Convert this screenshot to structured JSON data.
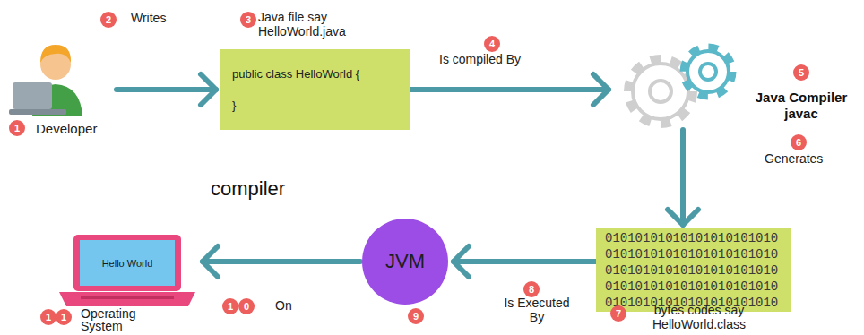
{
  "diagram": {
    "nodes": [
      {
        "text": [
          "Developer"
        ]
      },
      {
        "text": [
          "public class HelloWorld {",
          "}"
        ]
      },
      {
        "text": [
          "Java Compiler javac"
        ]
      },
      {
        "text": [
          "01010101010101010101010 01010101010101010101010 01010101010101010101010 01010101010101010101010 01010101010101010101010"
        ]
      },
      {
        "text": [
          "JVM"
        ]
      },
      {
        "text": [
          "Hello World"
        ]
      }
    ],
    "edges": [
      {
        "from": 0,
        "to": 1,
        "arrow": "to"
      },
      {
        "from": 1,
        "to": 2,
        "arrow": "to"
      },
      {
        "from": 2,
        "to": 3,
        "arrow": "to"
      },
      {
        "from": 3,
        "to": 4,
        "arrow": "to"
      },
      {
        "from": 4,
        "to": 5,
        "arrow": "to"
      }
    ],
    "labels": [
      "1",
      "2",
      "Writes",
      "3",
      "Java file say HelloWorld.java",
      "4",
      "Is compiled By",
      "5",
      "6",
      "Generates",
      "compiler",
      "7",
      "bytes codes say HelloWorld.class",
      "8",
      "Is Executed By",
      "9",
      "1",
      "0",
      "On",
      "1",
      "1",
      "Operating System"
    ]
  }
}
